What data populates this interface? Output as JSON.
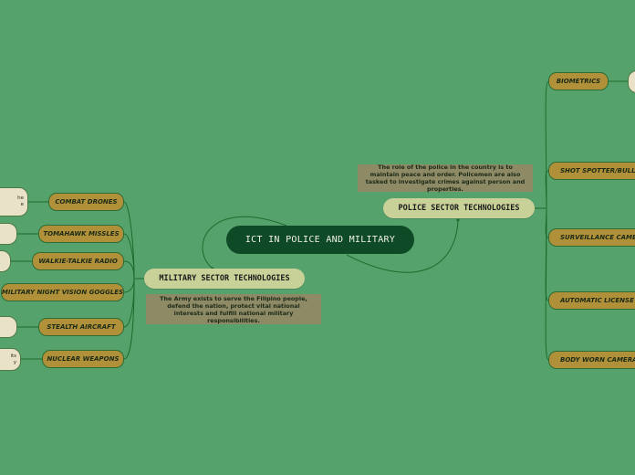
{
  "central_topic": "ICT IN POLICE AND MILITARY",
  "military": {
    "title": "MILITARY SECTOR TECHNOLOGIES",
    "note": "The Army exists to serve the Filipino people, defend the nation, protect vital national interests and fulfill national military responsibilities.",
    "items": [
      "COMBAT DRONES",
      "TOMAHAWK MISSLES",
      "WALKIE-TALKIE RADIO",
      "MILITARY NIGHT VISION GOGGLES",
      "STEALTH AIRCRAFT",
      "NUCLEAR WEAPONS"
    ],
    "bubble_fragments": [
      "he\ne",
      "",
      "",
      "",
      "",
      "its\ny"
    ]
  },
  "police": {
    "title": "POLICE SECTOR TECHNOLOGIES",
    "note": "The role of the police in the country is to maintain peace and order. Policemen are also tasked to investigate crimes against person and properties.",
    "items": [
      "BIOMETRICS",
      "SHOT SPOTTER/BULLET",
      "SURVEILLANCE CAMERA",
      "AUTOMATIC LICENSE PLA",
      "BODY WORN CAMERAS"
    ]
  },
  "colors": {
    "background": "#56a26c",
    "central": "#0e4a26",
    "main_topic": "#c8d197",
    "leaf": "#b0913a",
    "connector": "#1e6b2c",
    "note": "#8e8a66"
  }
}
